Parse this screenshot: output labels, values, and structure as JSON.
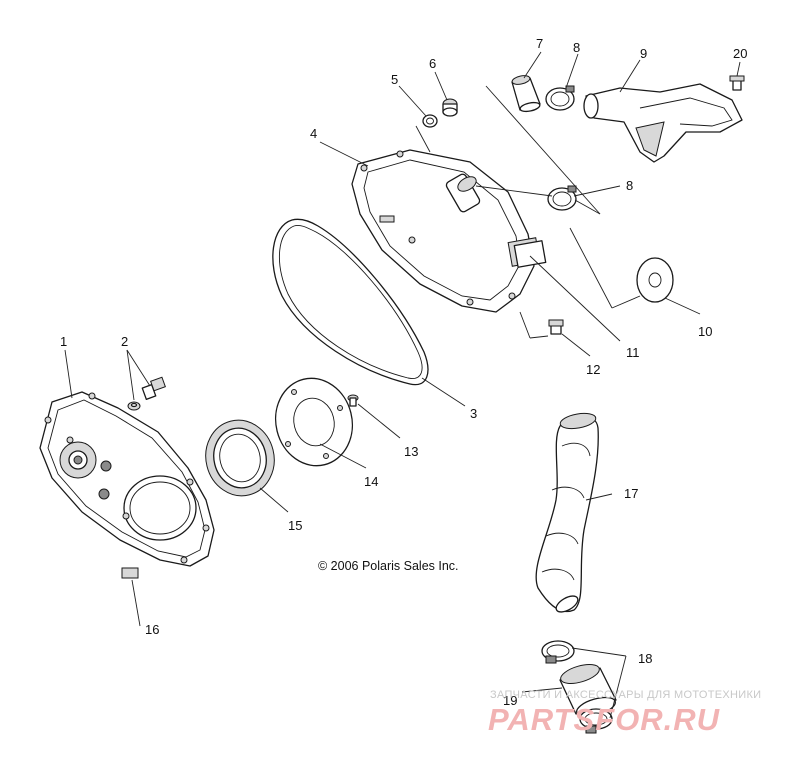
{
  "copyright": "© 2006 Polaris Sales Inc.",
  "watermark": {
    "tagline": "ЗАПЧАСТИ И АКСЕССУАРЫ ДЛЯ МОТОТЕХНИКИ",
    "brand": "PARTSFOR.RU"
  },
  "callouts": {
    "c1": "1",
    "c2": "2",
    "c3": "3",
    "c4": "4",
    "c5": "5",
    "c6": "6",
    "c7": "7",
    "c8a": "8",
    "c8b": "8",
    "c9": "9",
    "c10": "10",
    "c11": "11",
    "c12": "12",
    "c13": "13",
    "c14": "14",
    "c15": "15",
    "c16": "16",
    "c17": "17",
    "c18": "18",
    "c19": "19",
    "c20": "20"
  }
}
